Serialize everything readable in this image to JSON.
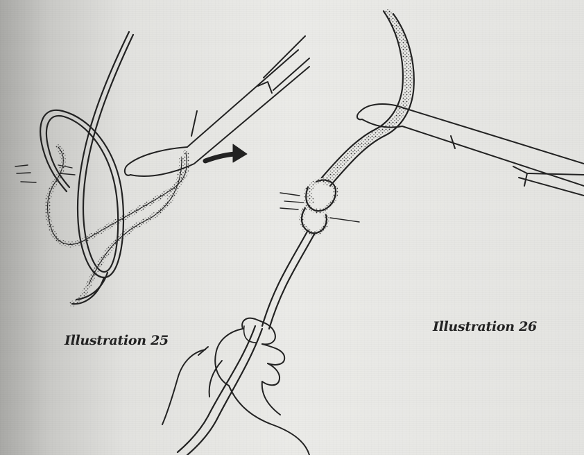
{
  "captions": {
    "left": "Illustration 25",
    "right": "Illustration 26"
  },
  "figures": [
    {
      "id": "illustration-25",
      "depicts": "hemostat grasping suture loop around tissue"
    },
    {
      "id": "illustration-26",
      "depicts": "hemostat and hand tightening suture knot"
    }
  ],
  "colors": {
    "ink": "#222222",
    "paper": "#e9e9e6"
  }
}
